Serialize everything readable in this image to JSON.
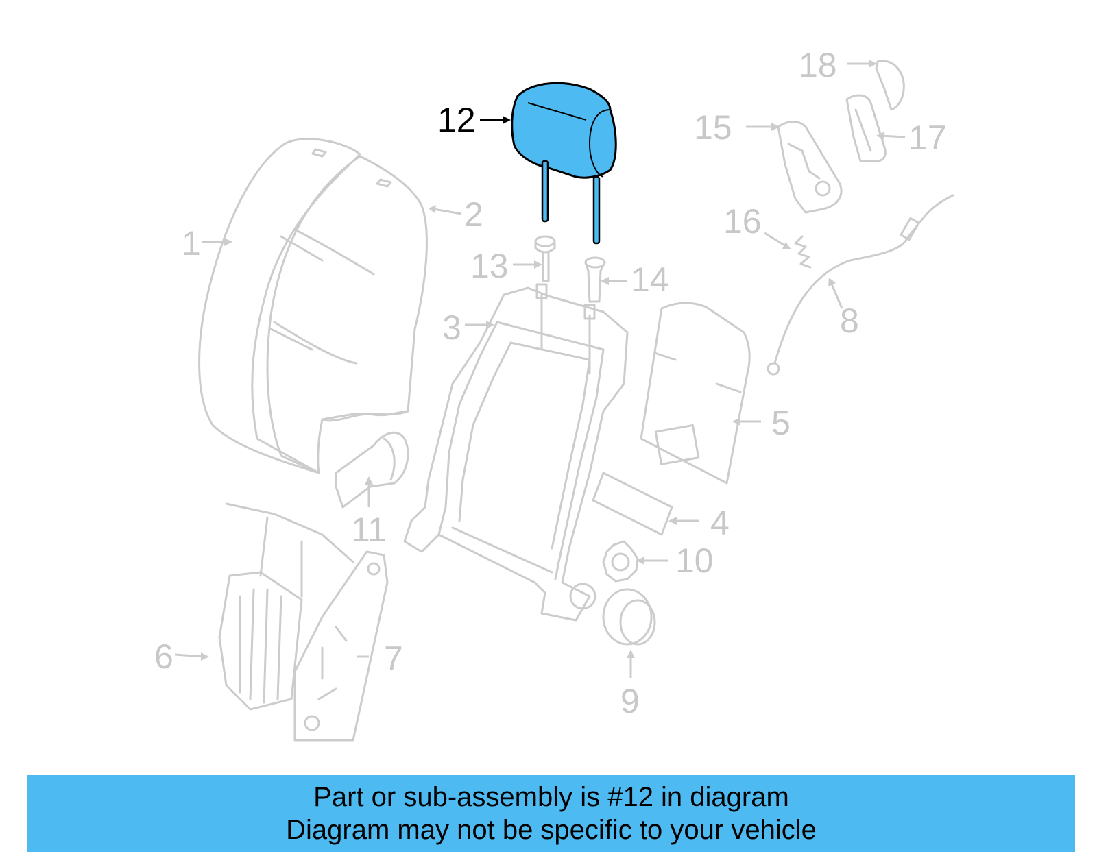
{
  "colors": {
    "highlight": "#4dbaf2",
    "banner": "#4dbaf2",
    "dim_part": "#cccccc",
    "dim_label": "#c8c8c8"
  },
  "diagram": {
    "highlighted_part": "12",
    "callouts": {
      "c1": "1",
      "c2": "2",
      "c3": "3",
      "c4": "4",
      "c5": "5",
      "c6": "6",
      "c7": "7",
      "c8": "8",
      "c9": "9",
      "c10": "10",
      "c11": "11",
      "c12": "12",
      "c13": "13",
      "c14": "14",
      "c15": "15",
      "c16": "16",
      "c17": "17",
      "c18": "18"
    }
  },
  "banner": {
    "line1": "Part or sub-assembly is #12 in diagram",
    "line2": "Diagram may not be specific to your vehicle"
  }
}
